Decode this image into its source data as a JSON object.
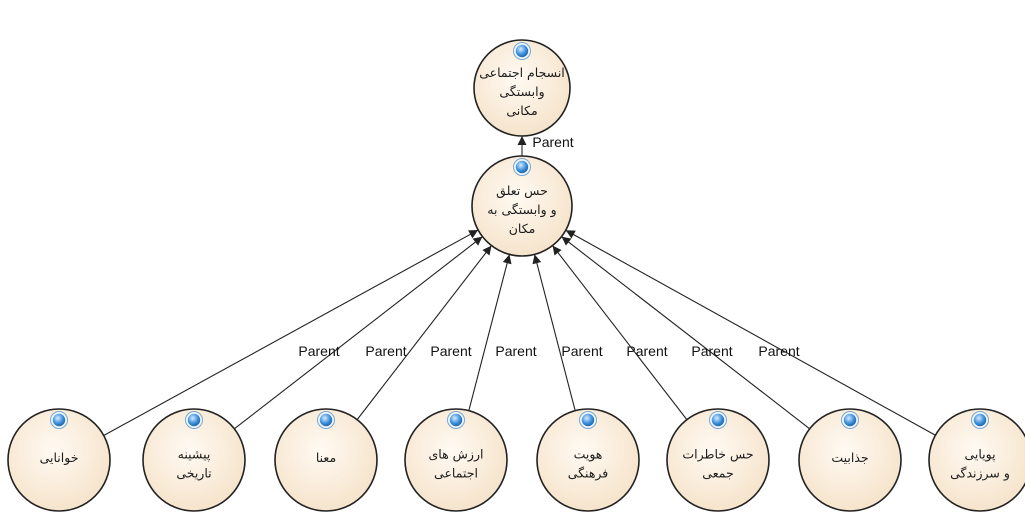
{
  "diagram": {
    "edge_label": "Parent",
    "nodes": [
      {
        "id": "root",
        "lines": [
          "انسجام اجتماعی",
          "وابستگی",
          "مکانی"
        ]
      },
      {
        "id": "mid",
        "lines": [
          "حس تعلق",
          "و وابستگی به",
          "مکان"
        ]
      },
      {
        "id": "leaf1",
        "lines": [
          "خوانایی"
        ]
      },
      {
        "id": "leaf2",
        "lines": [
          "پیشینه",
          "تاریخی"
        ]
      },
      {
        "id": "leaf3",
        "lines": [
          "معنا"
        ]
      },
      {
        "id": "leaf4",
        "lines": [
          "ارزش های",
          "اجتماعی"
        ]
      },
      {
        "id": "leaf5",
        "lines": [
          "هویت",
          "فرهنگی"
        ]
      },
      {
        "id": "leaf6",
        "lines": [
          "حس خاطرات",
          "جمعی"
        ]
      },
      {
        "id": "leaf7",
        "lines": [
          "جذابیت"
        ]
      },
      {
        "id": "leaf8",
        "lines": [
          "پویایی",
          "و سرزندگی"
        ]
      }
    ],
    "edges": [
      {
        "from": "mid",
        "to": "root"
      },
      {
        "from": "leaf1",
        "to": "mid"
      },
      {
        "from": "leaf2",
        "to": "mid"
      },
      {
        "from": "leaf3",
        "to": "mid"
      },
      {
        "from": "leaf4",
        "to": "mid"
      },
      {
        "from": "leaf5",
        "to": "mid"
      },
      {
        "from": "leaf6",
        "to": "mid"
      },
      {
        "from": "leaf7",
        "to": "mid"
      },
      {
        "from": "leaf8",
        "to": "mid"
      }
    ],
    "colors": {
      "node_fill_center": "#fffaf3",
      "node_fill_edge": "#f5e2c8",
      "node_stroke": "#222222",
      "badge_fill": "#3d8fdc",
      "edge": "#222222"
    }
  }
}
